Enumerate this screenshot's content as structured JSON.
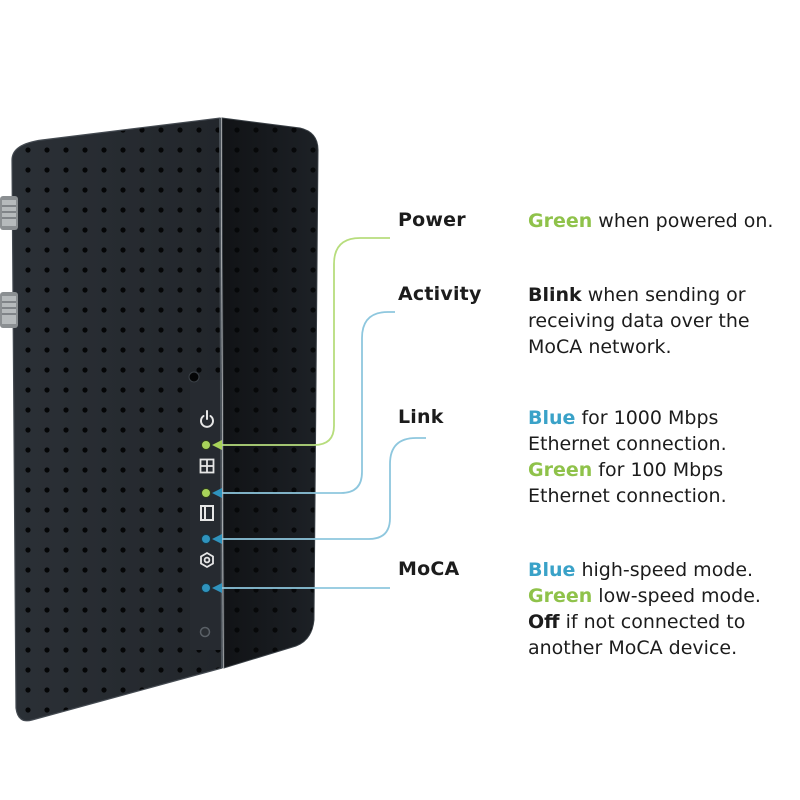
{
  "colors": {
    "green": "#8fc24a",
    "blue": "#3aa2c8",
    "device_body": "#23272c"
  },
  "indicators": [
    {
      "id": "power",
      "label": "Power",
      "icon": "power-icon",
      "lines": [
        {
          "kw": "Green",
          "kw_color": "green",
          "rest": " when powered on."
        }
      ]
    },
    {
      "id": "activity",
      "label": "Activity",
      "icon": "activity-icon",
      "lines": [
        {
          "kw": "Blink",
          "kw_color": "dark",
          "rest": " when sending or"
        },
        {
          "kw": "",
          "kw_color": "",
          "rest": "receiving data over the"
        },
        {
          "kw": "",
          "kw_color": "",
          "rest": "MoCA network."
        }
      ]
    },
    {
      "id": "link",
      "label": "Link",
      "icon": "ethernet-icon",
      "lines": [
        {
          "kw": "Blue",
          "kw_color": "blue",
          "rest": " for 1000 Mbps"
        },
        {
          "kw": "",
          "kw_color": "",
          "rest": "Ethernet connection."
        },
        {
          "kw": "Green",
          "kw_color": "green",
          "rest": " for 100 Mbps"
        },
        {
          "kw": "",
          "kw_color": "",
          "rest": "Ethernet connection."
        }
      ]
    },
    {
      "id": "moca",
      "label": "MoCA",
      "icon": "moca-icon",
      "lines": [
        {
          "kw": "Blue",
          "kw_color": "blue",
          "rest": " high-speed mode."
        },
        {
          "kw": "Green",
          "kw_color": "green",
          "rest": " low-speed mode."
        },
        {
          "kw": "Off",
          "kw_color": "dark",
          "rest": " if not connected to"
        },
        {
          "kw": "",
          "kw_color": "",
          "rest": "another MoCA device."
        }
      ]
    }
  ]
}
